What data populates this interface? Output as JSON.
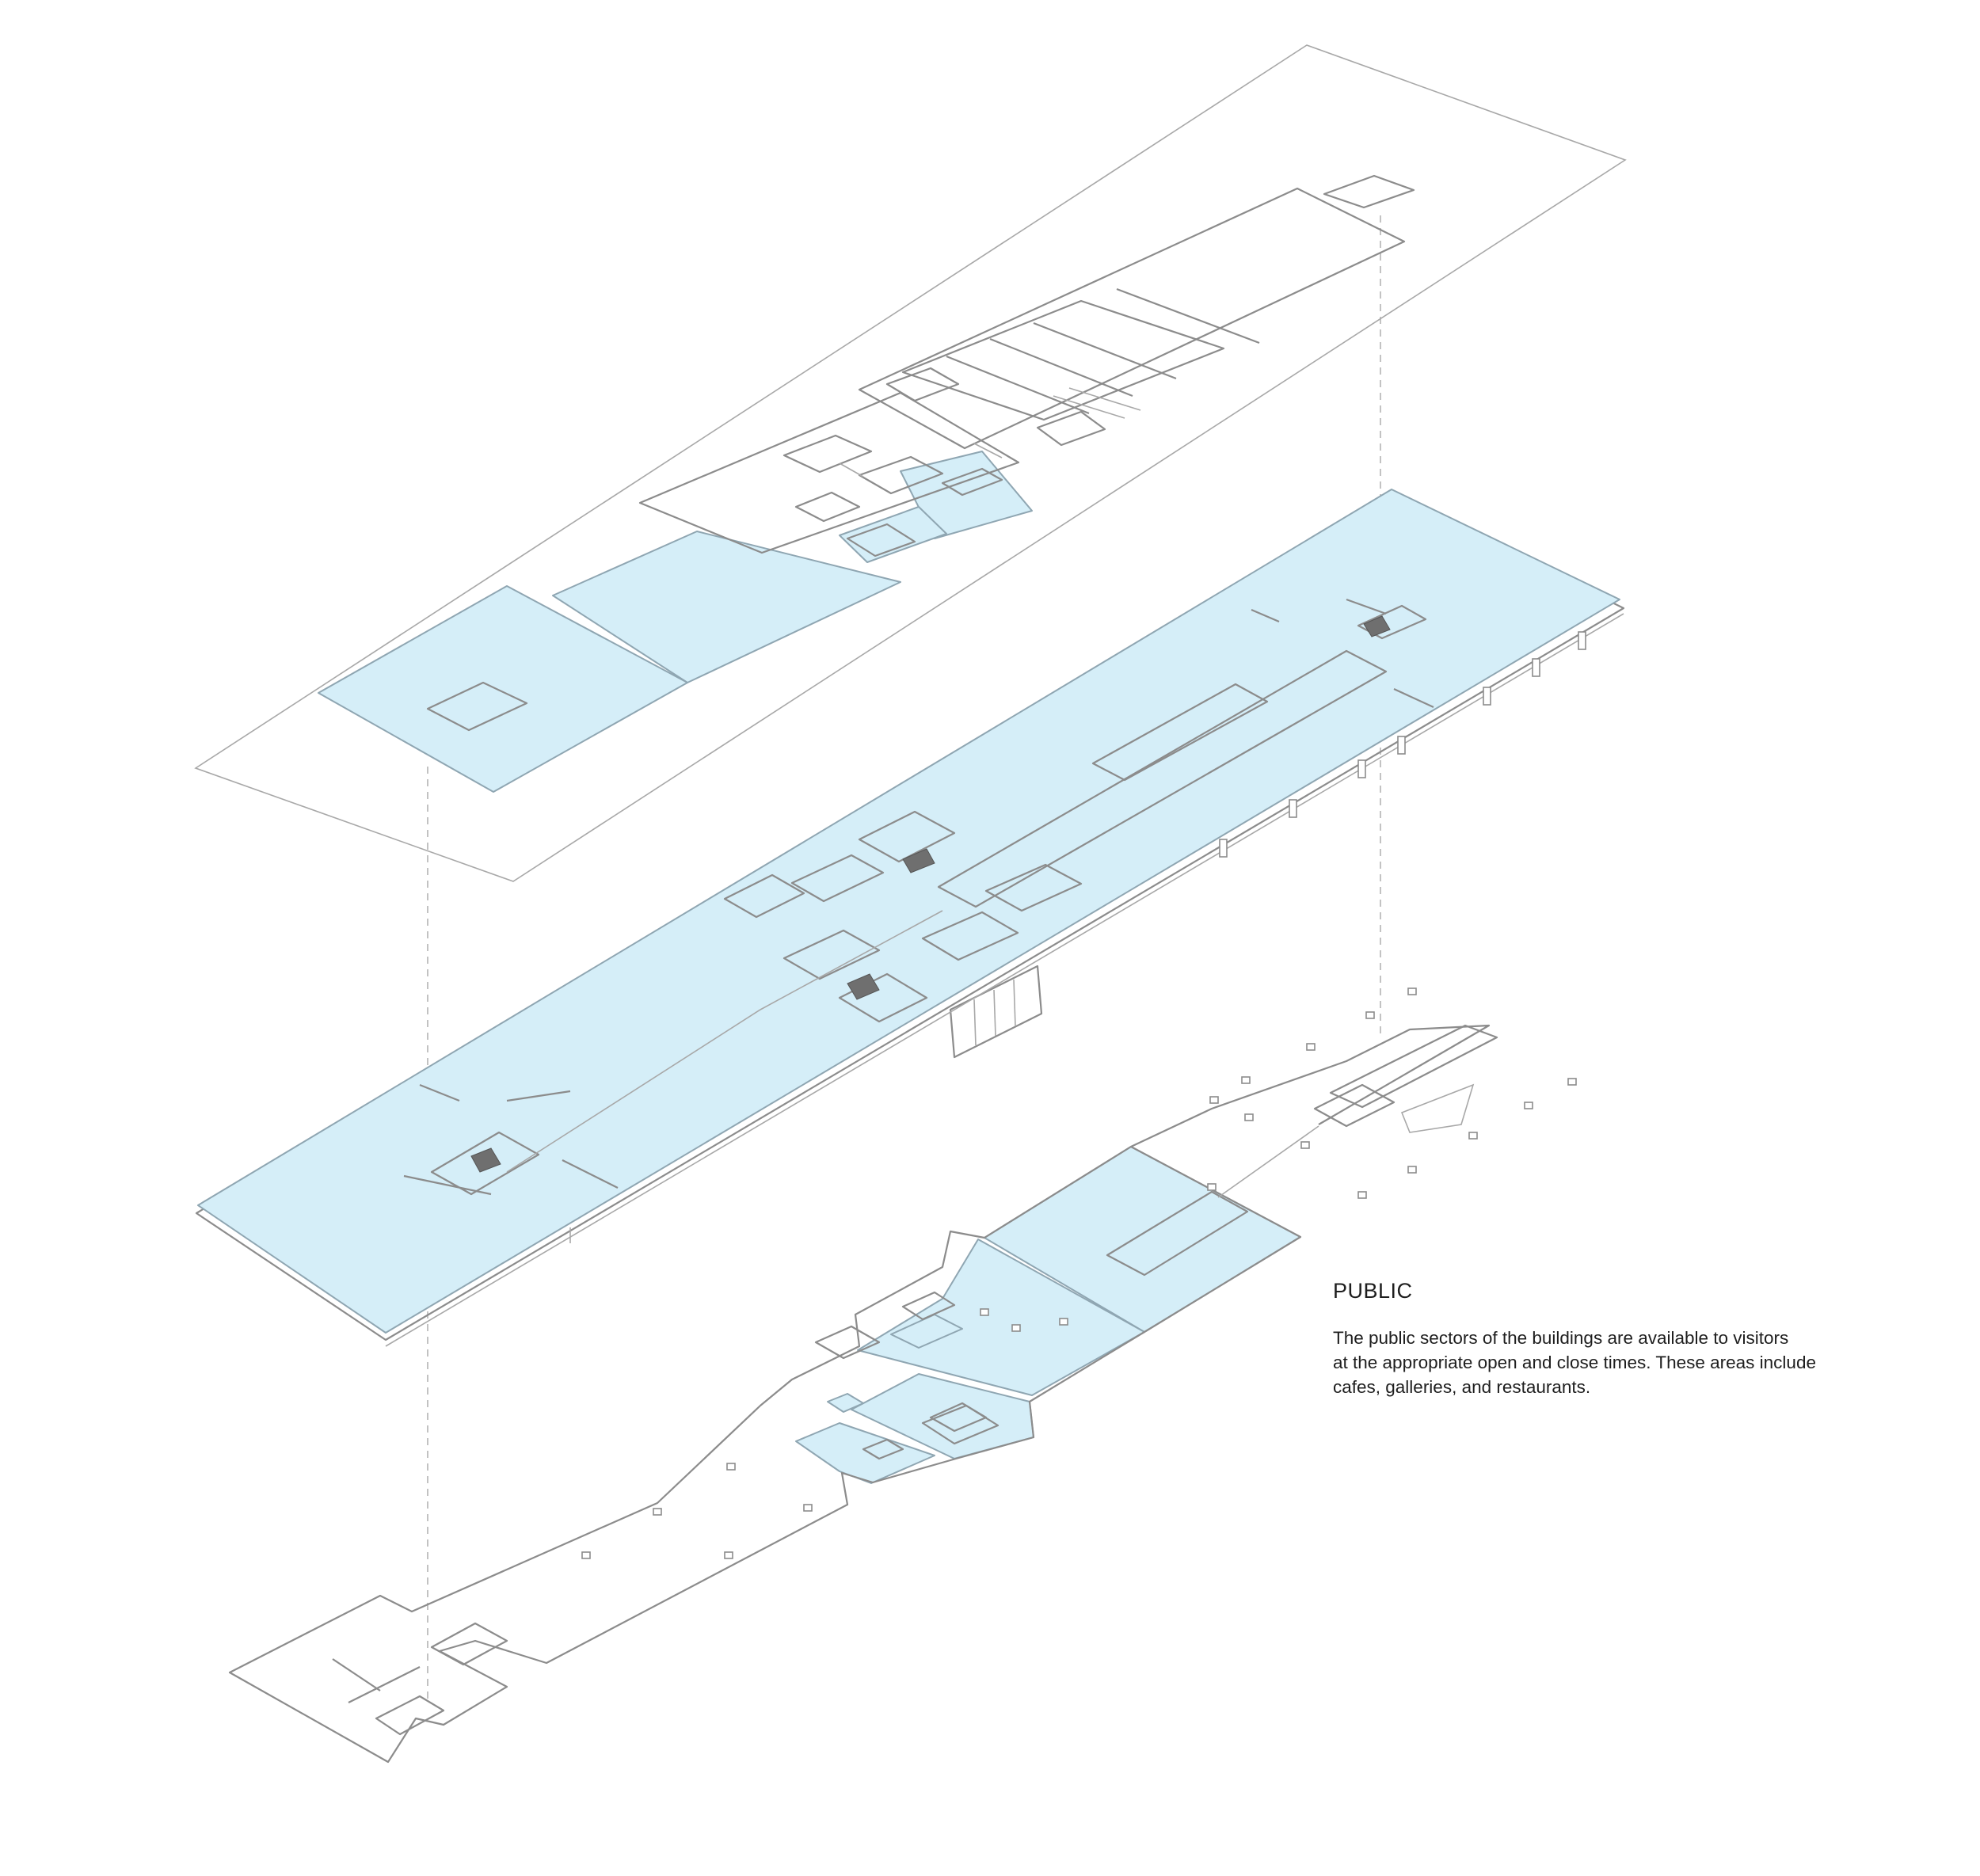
{
  "legend": {
    "title": "PUBLIC",
    "body_lines": [
      "The public sectors of the buildings are available to visitors",
      "at the appropriate open and close times. These areas include",
      "cafes, galleries, and restaurants."
    ]
  },
  "colors": {
    "public_zone_fill": "#d5eef8",
    "linework": "#8c8c8c",
    "guide_lines": "#b4b4b4",
    "text": "#1e1e1e"
  },
  "floors": [
    {
      "level": "upper",
      "public_zones": 4
    },
    {
      "level": "middle",
      "public_zones": 1
    },
    {
      "level": "lower",
      "public_zones": 6
    }
  ]
}
